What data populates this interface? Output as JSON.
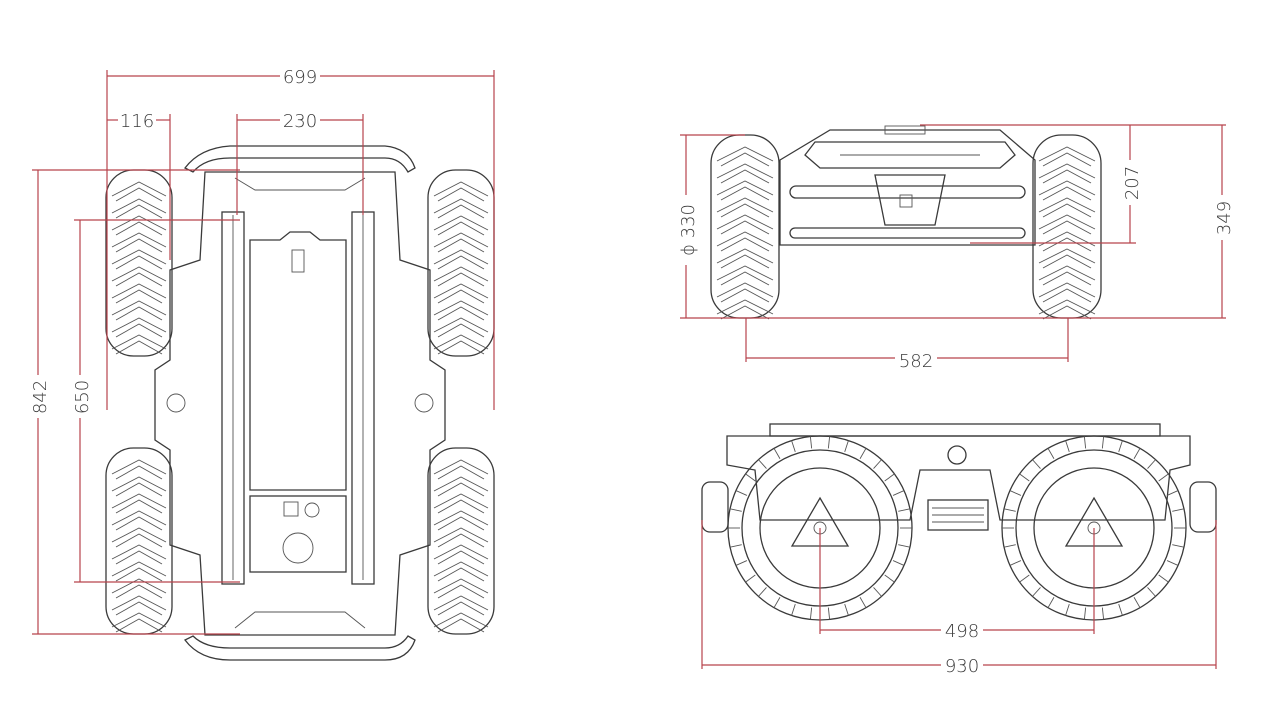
{
  "drawing": {
    "colors": {
      "dimension_line": "#b8434c",
      "outline": "#3a3a3a"
    }
  },
  "top_view": {
    "overall_width": "699",
    "wheel_width": "116",
    "rail_spacing": "230",
    "overall_length": "842",
    "rail_length": "650"
  },
  "front_view": {
    "wheel_diameter": "ϕ 330",
    "body_height": "207",
    "overall_height": "349",
    "track_width": "582"
  },
  "side_view": {
    "wheelbase": "498",
    "overall_length": "930"
  }
}
